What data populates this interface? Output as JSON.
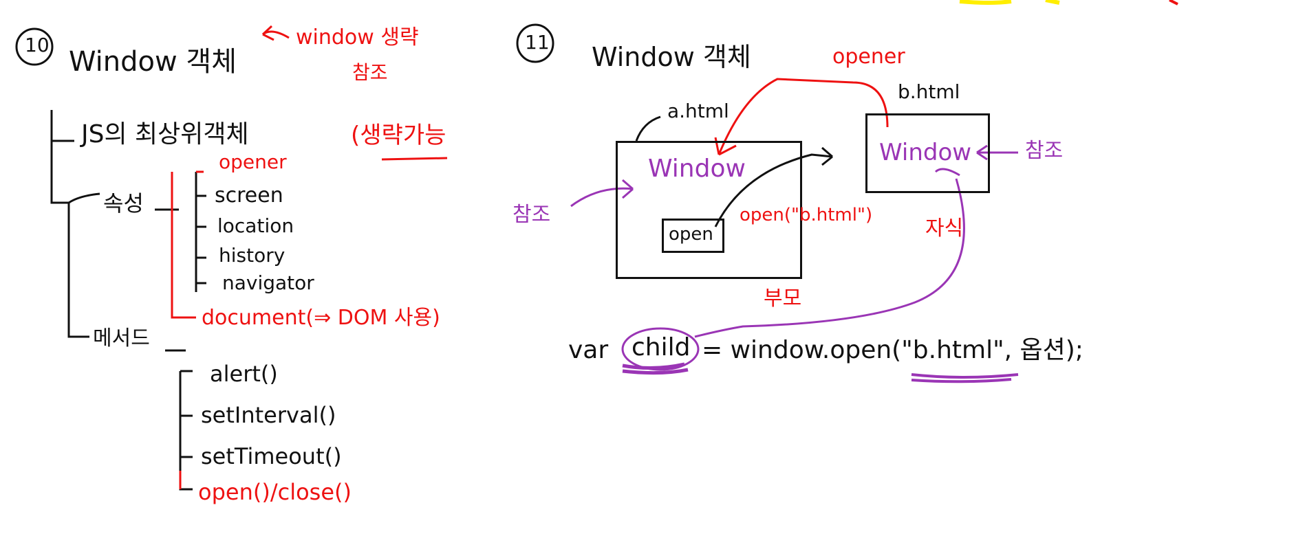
{
  "colors": {
    "ink": "#111111",
    "red": "#ee1111",
    "purple": "#9a35b5",
    "highlight": "#ffee00"
  },
  "left_panel": {
    "number": "10",
    "title": "Window 객체",
    "title_note": "window 생략",
    "title_note2": "참조",
    "js_line": "JS의 최상위객체",
    "js_note": "(생략가능",
    "properties_label": "속성",
    "properties": [
      "opener",
      "screen",
      "location",
      "history",
      "navigator"
    ],
    "document_item": "document(⇒ DOM 사용)",
    "methods_label": "메서드",
    "methods": [
      "alert()",
      "setInterval()",
      "setTimeout()"
    ],
    "open_close": "open()/close()"
  },
  "right_panel": {
    "number": "11",
    "title": "Window 객체",
    "opener_label": "opener",
    "a_file": "a.html",
    "b_file": "b.html",
    "a_window_label": "Window",
    "b_window_label": "Window",
    "open_button": "open",
    "open_call": "open(\"b.html\")",
    "left_ref": "참조",
    "right_ref": "참조",
    "parent_label": "부모",
    "child_label": "자식",
    "code_var": "var",
    "code_child": "child",
    "code_rest": "= window.open(\"b.html\", 옵션);"
  }
}
